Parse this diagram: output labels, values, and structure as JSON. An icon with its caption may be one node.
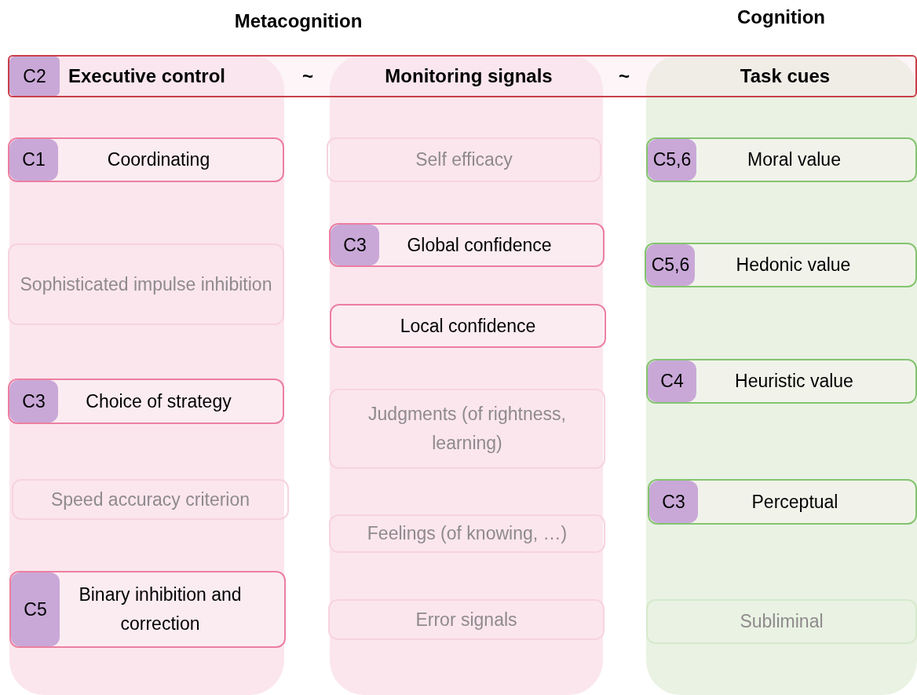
{
  "diagram": {
    "nodes": [
      {
        "text": [],
        "shape": "band"
      },
      {
        "text": [],
        "shape": "band"
      },
      {
        "text": [],
        "shape": "band"
      },
      {
        "text": [
          "C2",
          "Executive control",
          "~",
          "Monitoring signals",
          "~",
          "Task cues"
        ]
      },
      {
        "text": [
          "C1",
          "Coordinating"
        ],
        "in": 0
      },
      {
        "text": [
          "Sophisticated impulse inhibition"
        ],
        "in": 0
      },
      {
        "text": [
          "C3",
          "Choice of strategy"
        ],
        "in": 0
      },
      {
        "text": [
          "Speed accuracy criterion"
        ],
        "in": 0
      },
      {
        "text": [
          "C5",
          "Binary inhibition and correction"
        ],
        "in": 0
      },
      {
        "text": [
          "Self efficacy"
        ],
        "in": 1
      },
      {
        "text": [
          "C3",
          "Global confidence"
        ],
        "in": 1
      },
      {
        "text": [
          "Local confidence"
        ],
        "in": 1
      },
      {
        "text": [
          "Judgments (of rightness, learning)"
        ],
        "in": 1
      },
      {
        "text": [
          "Feelings (of knowing, …)"
        ],
        "in": 1
      },
      {
        "text": [
          "Error signals"
        ],
        "in": 1
      },
      {
        "text": [
          "C5,6",
          "Moral value"
        ],
        "in": 2
      },
      {
        "text": [
          "C5,6",
          "Hedonic value"
        ],
        "in": 2
      },
      {
        "text": [
          "C4",
          "Heuristic value"
        ],
        "in": 2
      },
      {
        "text": [
          "C3",
          "Perceptual"
        ],
        "in": 2
      },
      {
        "text": [
          "Subliminal"
        ],
        "in": 2
      }
    ],
    "edges": [],
    "labels": [
      "Metacognition",
      "Cognition"
    ]
  }
}
